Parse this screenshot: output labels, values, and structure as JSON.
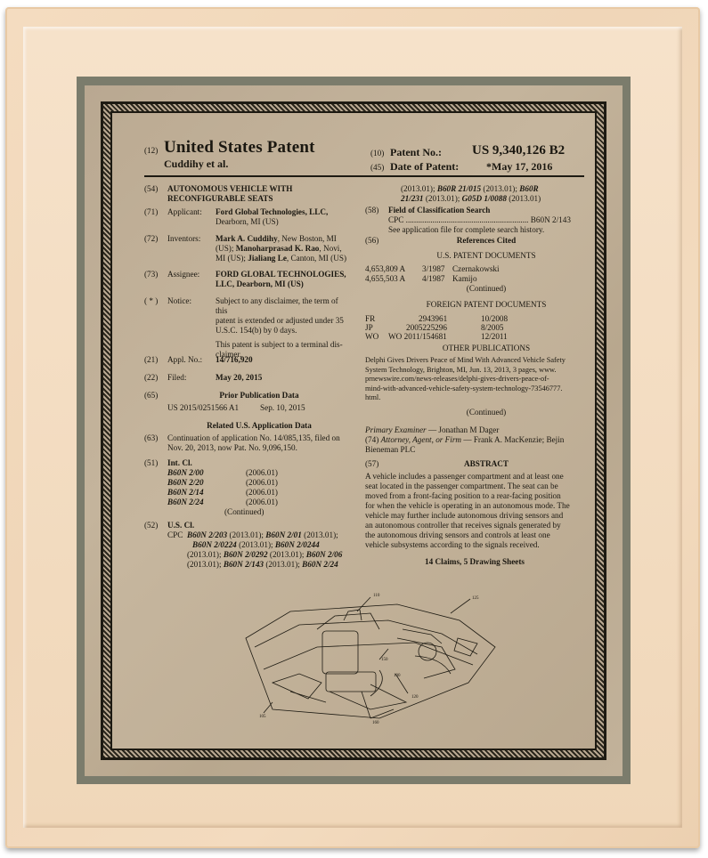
{
  "header": {
    "kind_code_num": "(12)",
    "title": "United States Patent",
    "inventor_short": "Cuddihy et al.",
    "patent_no_num": "(10)",
    "patent_no_label": "Patent No.:",
    "patent_no": "US 9,340,126 B2",
    "date_num": "(45)",
    "date_label": "Date of Patent:",
    "date": "*May 17, 2016"
  },
  "left": {
    "f54_num": "(54)",
    "f54_line1": "AUTONOMOUS VEHICLE WITH",
    "f54_line2": "RECONFIGURABLE SEATS",
    "f71_num": "(71)",
    "f71_label": "Applicant:",
    "f71_line1": "Ford Global Technologies, LLC,",
    "f71_line2": "Dearborn, MI (US)",
    "f72_num": "(72)",
    "f72_label": "Inventors:",
    "f72_line1a": "Mark A. Cuddihy",
    "f72_line1b": ", New Boston, MI",
    "f72_line2a": "(US); ",
    "f72_line2b": "Manoharprasad K. Rao",
    "f72_line2c": ", Novi,",
    "f72_line3a": "MI (US); ",
    "f72_line3b": "Jialiang Le",
    "f72_line3c": ", Canton, MI (US)",
    "f73_num": "(73)",
    "f73_label": "Assignee:",
    "f73_line1": "FORD GLOBAL TECHNOLOGIES,",
    "f73_line2": "LLC, Dearborn, MI (US)",
    "notice_num": "( * )",
    "notice_label": "Notice:",
    "notice_l1": "Subject to any disclaimer, the term of this",
    "notice_l2": "patent is extended or adjusted under 35",
    "notice_l3": "U.S.C. 154(b) by 0 days.",
    "notice_l4": "This patent is subject to a terminal dis-",
    "notice_l5": "claimer.",
    "f21_num": "(21)",
    "f21_label": "Appl. No.:",
    "f21_value": "14/716,920",
    "f22_num": "(22)",
    "f22_label": "Filed:",
    "f22_value": "May 20, 2015",
    "f65_num": "(65)",
    "f65_title": "Prior Publication Data",
    "f65_pub": "US 2015/0251566 A1",
    "f65_date": "Sep. 10, 2015",
    "related_title": "Related U.S. Application Data",
    "f63_num": "(63)",
    "f63_l1": "Continuation of application No. 14/085,135, filed on",
    "f63_l2": "Nov. 20, 2013, now Pat. No. 9,096,150.",
    "f51_num": "(51)",
    "f51_title": "Int. Cl.",
    "intcl": [
      {
        "code": "B60N 2/00",
        "ver": "(2006.01)"
      },
      {
        "code": "B60N 2/20",
        "ver": "(2006.01)"
      },
      {
        "code": "B60N 2/14",
        "ver": "(2006.01)"
      },
      {
        "code": "B60N 2/24",
        "ver": "(2006.01)"
      }
    ],
    "continued": "(Continued)",
    "f52_num": "(52)",
    "f52_title": "U.S. Cl.",
    "cpc_label": "CPC",
    "uscl_l1a": "B60N 2/203",
    "uscl_l1b": " (2013.01); ",
    "uscl_l1c": "B60N 2/01",
    "uscl_l1d": " (2013.01);",
    "uscl_l2a": "B60N 2/0224",
    "uscl_l2b": " (2013.01); ",
    "uscl_l2c": "B60N 2/0244",
    "uscl_l3a": "(2013.01); ",
    "uscl_l3b": "B60N 2/0292",
    "uscl_l3c": " (2013.01); ",
    "uscl_l3d": "B60N 2/06",
    "uscl_l4a": "(2013.01); ",
    "uscl_l4b": "B60N 2/143",
    "uscl_l4c": " (2013.01); ",
    "uscl_l4d": "B60N 2/24"
  },
  "right": {
    "cont_l1a": "(2013.01); ",
    "cont_l1b": "B60R 21/015",
    "cont_l1c": " (2013.01); ",
    "cont_l1d": "B60R",
    "cont_l2a": "21/231",
    "cont_l2b": " (2013.01); ",
    "cont_l2c": "G05D 1/0088",
    "cont_l2d": " (2013.01)",
    "f58_num": "(58)",
    "f58_title": "Field of Classification Search",
    "f58_cpc": "CPC ............................................................ B60N 2/143",
    "f58_see": "See application file for complete search history.",
    "f56_num": "(56)",
    "f56_title": "References Cited",
    "us_docs_title": "U.S. PATENT DOCUMENTS",
    "us_docs": [
      {
        "no": "4,653,809 A",
        "date": "3/1987",
        "name": "Czernakowski"
      },
      {
        "no": "4,655,503 A",
        "date": "4/1987",
        "name": "Kamijo"
      }
    ],
    "continued": "(Continued)",
    "foreign_title": "FOREIGN PATENT DOCUMENTS",
    "foreign": [
      {
        "cc": "FR",
        "no": "2943961",
        "date": "10/2008"
      },
      {
        "cc": "JP",
        "no": "2005225296",
        "date": "8/2005"
      },
      {
        "cc": "WO",
        "no": "WO 2011/154681",
        "date": "12/2011"
      }
    ],
    "other_title": "OTHER PUBLICATIONS",
    "other_l1": "Delphi Gives Drivers Peace of Mind With Advanced Vehicle Safety",
    "other_l2": "System Technology, Brighton, MI, Jun. 13, 2013, 3 pages, www.",
    "other_l3": "prnewswire.com/news-releases/delphi-gives-drivers-peace-of-",
    "other_l4": "mind-with-advanced-vehicle-safety-system-technology-73546777.",
    "other_l5": "html.",
    "continued2": "(Continued)",
    "examiner_label": "Primary Examiner",
    "examiner": " — Jonathan M Dager",
    "attorney_num": "(74) ",
    "attorney_label": "Attorney, Agent, or Firm",
    "attorney": " — Frank A. MacKenzie; Bejin",
    "attorney_l2": "Bieneman PLC",
    "f57_num": "(57)",
    "abstract_title": "ABSTRACT",
    "abs_l1": "A vehicle includes a passenger compartment and at least one",
    "abs_l2": "seat located in the passenger compartment. The seat can be",
    "abs_l3": "moved from a front-facing position to a rear-facing position",
    "abs_l4": "for when the vehicle is operating in an autonomous mode. The",
    "abs_l5": "vehicle may further include autonomous driving sensors and",
    "abs_l6": "an autonomous controller that receives signals generated by",
    "abs_l7": "the autonomous driving sensors and controls at least one",
    "abs_l8": "vehicle subsystems according to the signals received.",
    "claims": "14 Claims, 5 Drawing Sheets"
  },
  "drawing": {
    "ref_110": "110",
    "ref_105": "105",
    "ref_100": "100",
    "ref_150": "150",
    "ref_120": "120",
    "ref_125": "125",
    "ref_160": "160"
  },
  "colors": {
    "plate": "#c0af97",
    "ink": "#1d1a12",
    "mat": "#7b7c6c",
    "wood": "#f2d9bc"
  }
}
